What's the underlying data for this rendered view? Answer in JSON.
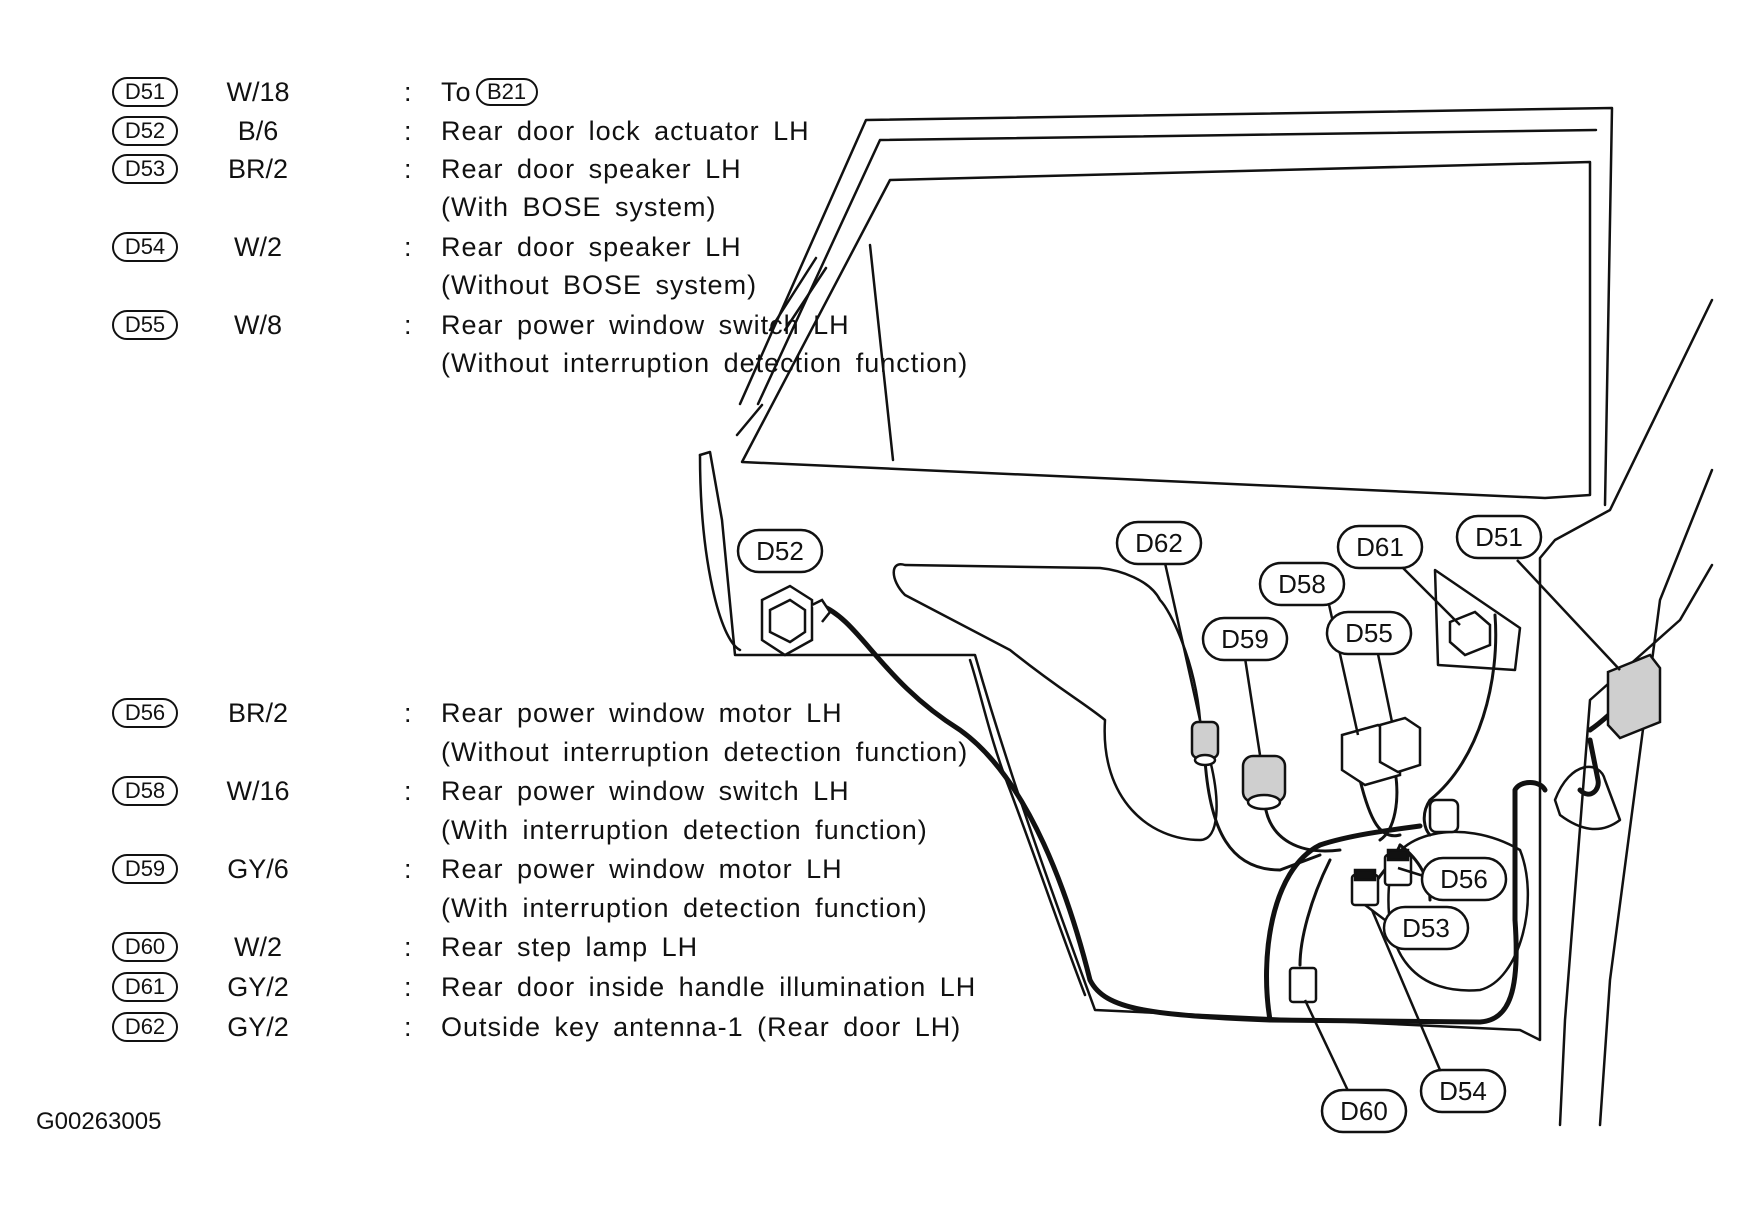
{
  "legend_top": [
    {
      "code": "D51",
      "wire": "W/18",
      "sep": ":",
      "desc": "To",
      "ref": "B21"
    },
    {
      "code": "D52",
      "wire": "B/6",
      "sep": ":",
      "desc": "Rear door lock actuator LH"
    },
    {
      "code": "D53",
      "wire": "BR/2",
      "sep": ":",
      "desc": "Rear door speaker LH",
      "note": "(With BOSE system)"
    },
    {
      "code": "D54",
      "wire": "W/2",
      "sep": ":",
      "desc": "Rear door speaker LH",
      "note": "(Without BOSE system)"
    },
    {
      "code": "D55",
      "wire": "W/8",
      "sep": ":",
      "desc": "Rear power window switch LH",
      "note": "(Without interruption detection function)"
    }
  ],
  "legend_bottom": [
    {
      "code": "D56",
      "wire": "BR/2",
      "sep": ":",
      "desc": "Rear power window motor LH",
      "note": "(Without interruption detection function)"
    },
    {
      "code": "D58",
      "wire": "W/16",
      "sep": ":",
      "desc": "Rear power window switch LH",
      "note": "(With interruption detection function)"
    },
    {
      "code": "D59",
      "wire": "GY/6",
      "sep": ":",
      "desc": "Rear power window motor LH",
      "note": "(With interruption detection function)"
    },
    {
      "code": "D60",
      "wire": "W/2",
      "sep": ":",
      "desc": "Rear step lamp LH"
    },
    {
      "code": "D61",
      "wire": "GY/2",
      "sep": ":",
      "desc": "Rear door inside handle illumination LH"
    },
    {
      "code": "D62",
      "wire": "GY/2",
      "sep": ":",
      "desc": "Outside key antenna-1 (Rear door LH)"
    }
  ],
  "callouts": {
    "d52": "D52",
    "d62": "D62",
    "d61": "D61",
    "d51": "D51",
    "d58": "D58",
    "d59": "D59",
    "d55": "D55",
    "d56": "D56",
    "d53": "D53",
    "d54": "D54",
    "d60": "D60"
  },
  "figure_code": "G00263005"
}
